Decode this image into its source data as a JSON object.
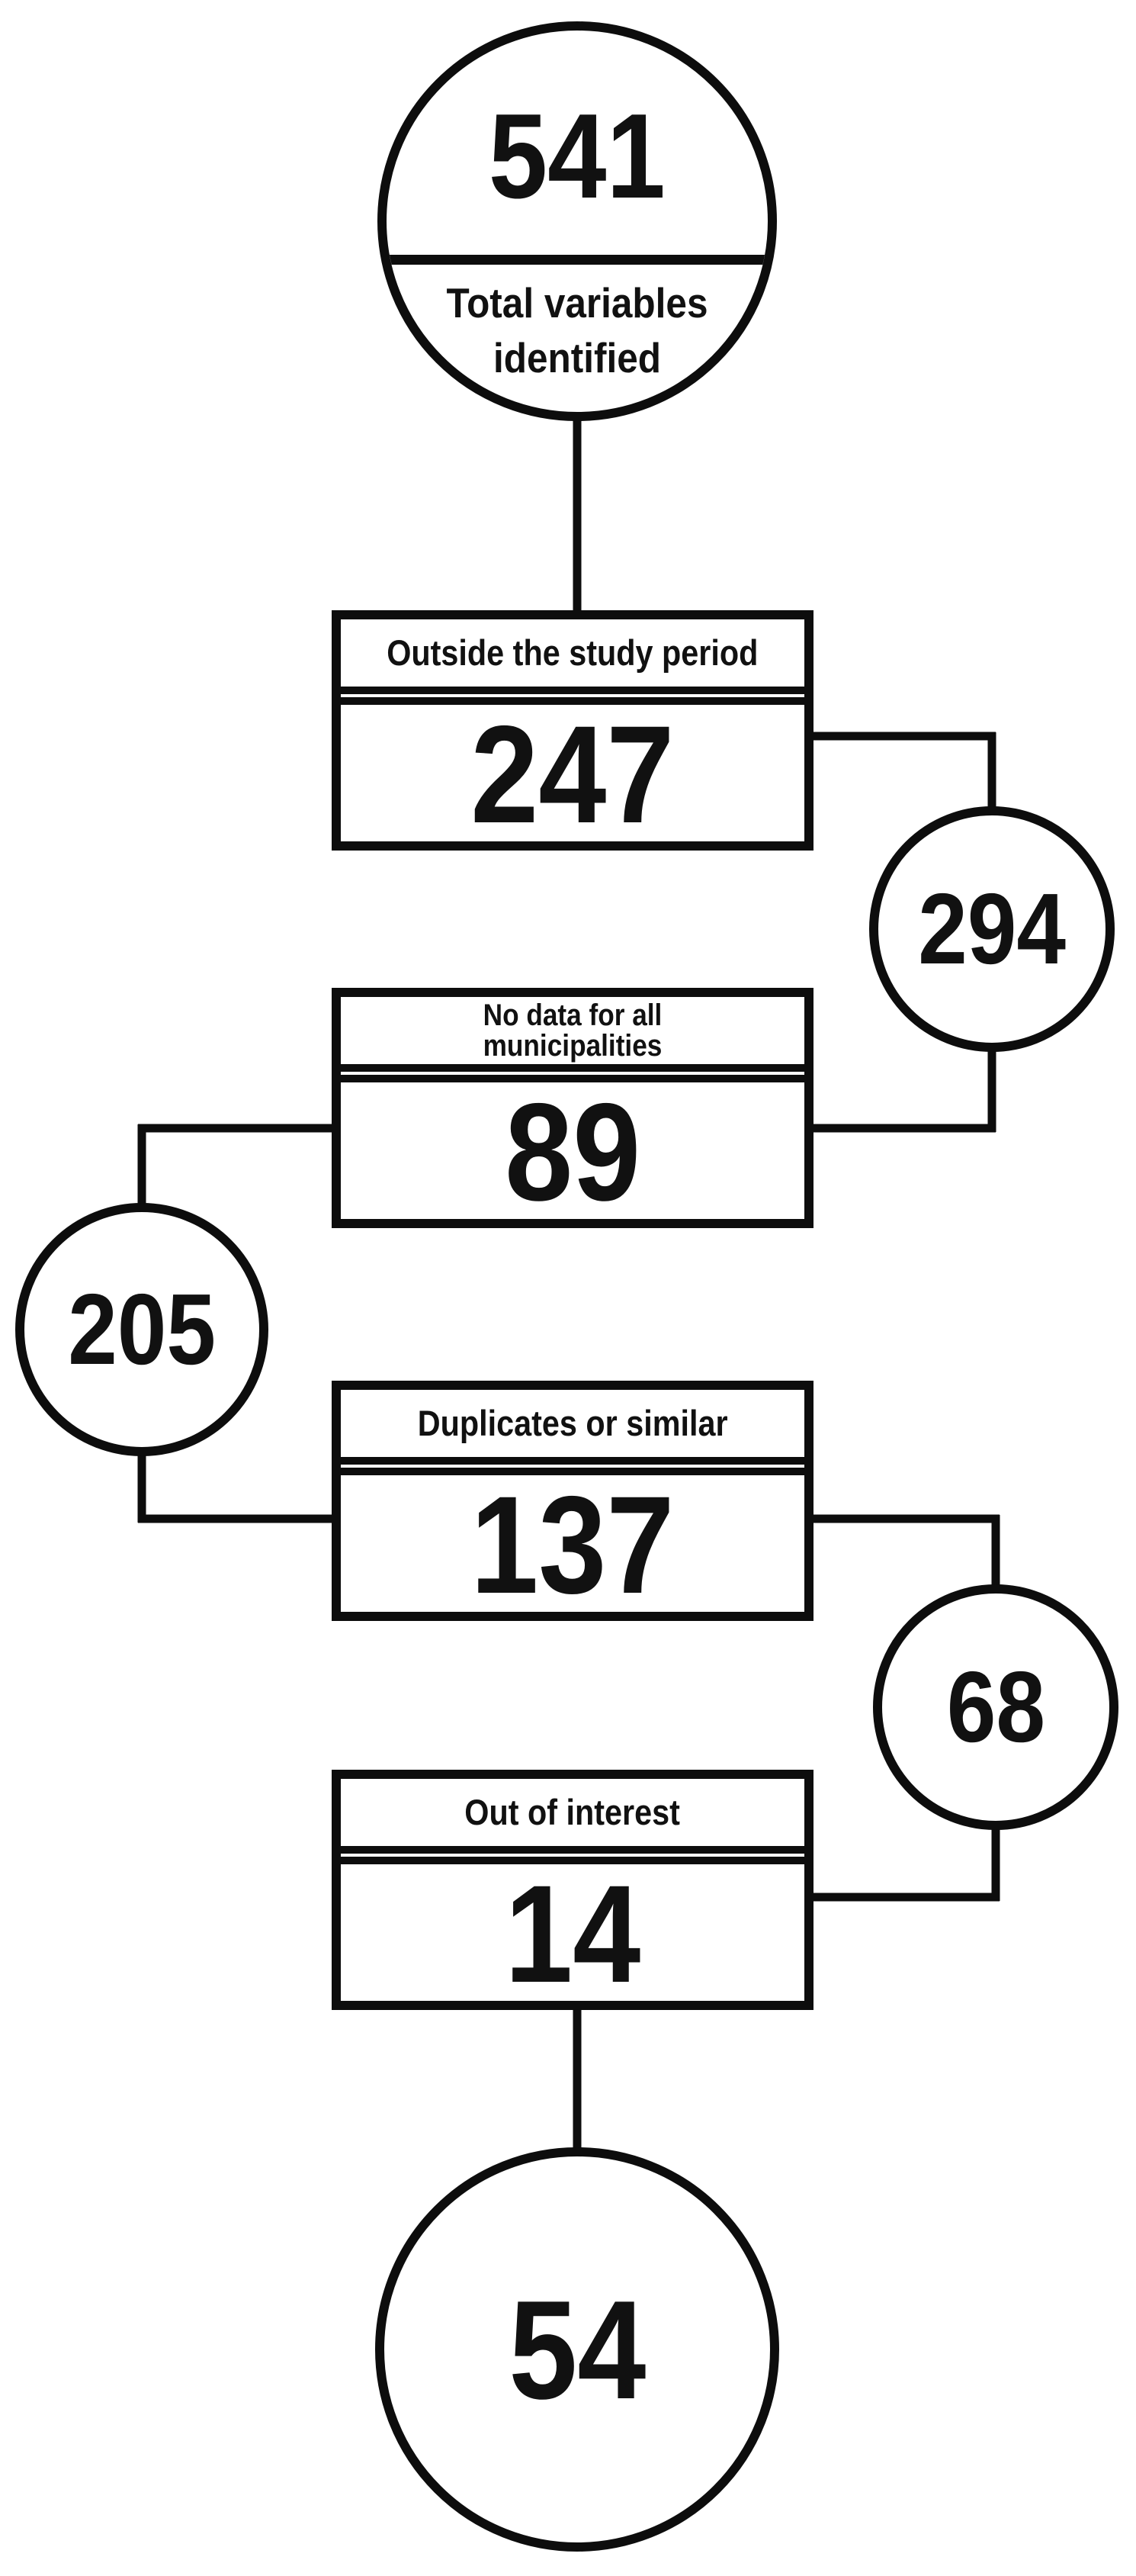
{
  "flowchart": {
    "start": {
      "value": "541",
      "label": "Total variables identified"
    },
    "exclusion_boxes": [
      {
        "label": "Outside the study period",
        "value": "247"
      },
      {
        "label": "No data for all municipalities",
        "value": "89"
      },
      {
        "label": "Duplicates or similar",
        "value": "137"
      },
      {
        "label": "Out of interest",
        "value": "14"
      }
    ],
    "remaining_circles": [
      {
        "value": "294"
      },
      {
        "value": "205"
      },
      {
        "value": "68"
      }
    ],
    "end": {
      "value": "54"
    },
    "colors": {
      "line": "#0d0d0d",
      "background": "#ffffff"
    }
  }
}
